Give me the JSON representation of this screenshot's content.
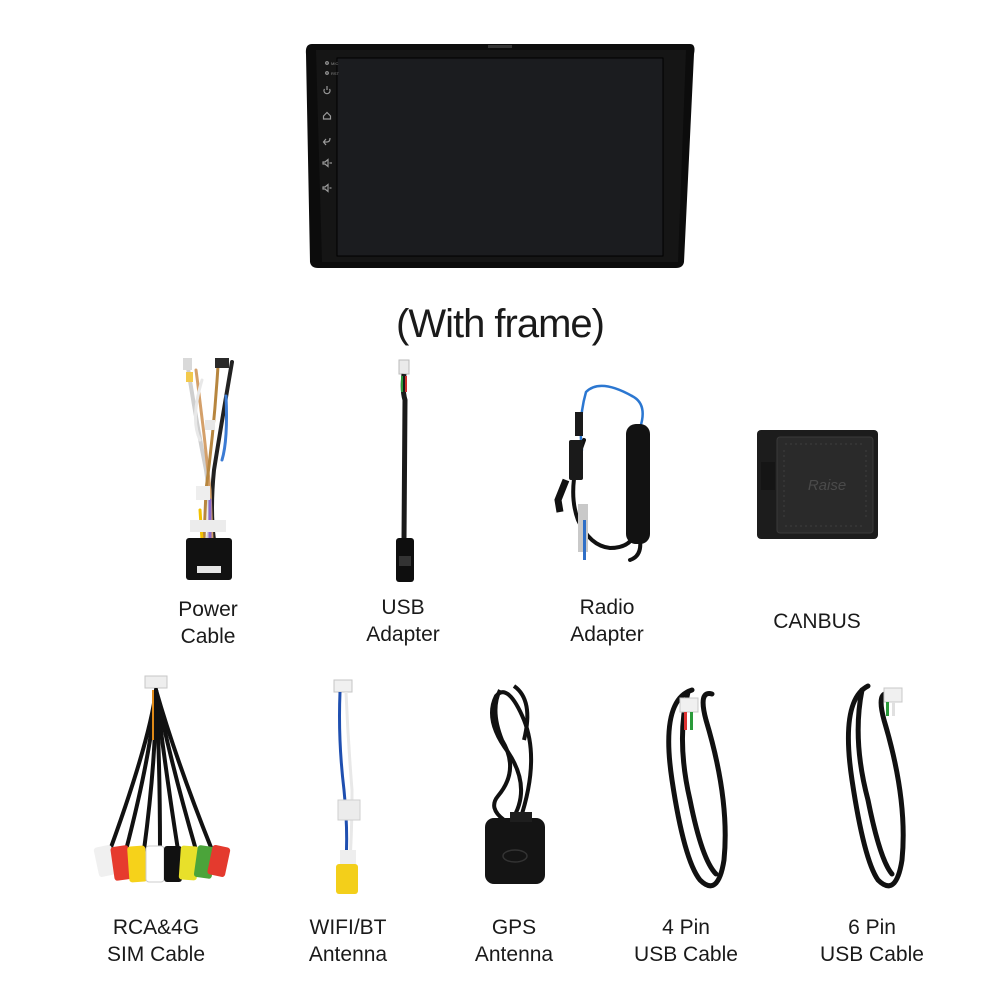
{
  "headline": "(With frame)",
  "screen_icons": [
    "mic-icon",
    "power-icon",
    "home-icon",
    "back-icon",
    "volume-up-icon",
    "volume-down-icon"
  ],
  "screen_tiny_labels": {
    "mic": "MIC",
    "rst": "RST"
  },
  "canbus_logo": "Raise",
  "items": [
    {
      "line1": "Power",
      "line2": "Cable"
    },
    {
      "line1": "USB",
      "line2": "Adapter"
    },
    {
      "line1": "Radio",
      "line2": "Adapter"
    },
    {
      "line1": "CANBUS",
      "line2": ""
    },
    {
      "line1": "RCA&4G",
      "line2": "SIM Cable"
    },
    {
      "line1": "WIFI/BT",
      "line2": "Antenna"
    },
    {
      "line1": "GPS",
      "line2": "Antenna"
    },
    {
      "line1": "4 Pin",
      "line2": "USB Cable"
    },
    {
      "line1": "6 Pin",
      "line2": "USB Cable"
    }
  ]
}
